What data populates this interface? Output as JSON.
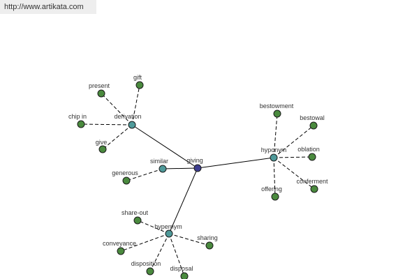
{
  "header": {
    "url": "http://www.artikata.com"
  },
  "colors": {
    "center": "#3d3d8f",
    "relation": "#4f9a9a",
    "leaf": "#4a8a3e"
  },
  "graph": {
    "center": "giving",
    "relations": [
      {
        "key": "derivation",
        "label": "derivation",
        "leaves": [
          "present",
          "gift",
          "chip in",
          "give"
        ]
      },
      {
        "key": "similar",
        "label": "similar",
        "leaves": [
          "generous"
        ]
      },
      {
        "key": "hyponym",
        "label": "hyponym",
        "leaves": [
          "bestowment",
          "bestowal",
          "oblation",
          "conferment",
          "offering"
        ]
      },
      {
        "key": "hypernym",
        "label": "hypernym",
        "leaves": [
          "share-out",
          "sharing",
          "conveyance",
          "disposition",
          "disposal"
        ]
      }
    ]
  }
}
